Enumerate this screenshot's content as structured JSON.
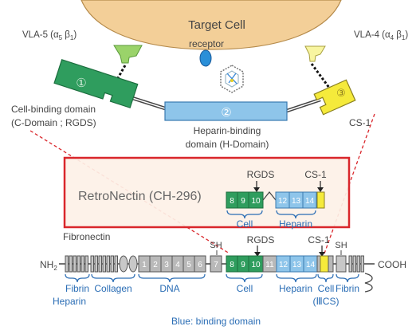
{
  "top": {
    "target_cell": "Target Cell",
    "receptor": "receptor",
    "vla5": "VLA-5 (α",
    "vla5_sub1": "5",
    "vla5_beta": " β",
    "vla5_sub2": "1",
    "vla5_close": ")",
    "vla4": "VLA-4 (α",
    "vla4_sub1": "4",
    "vla4_beta": " β",
    "vla4_sub2": "1",
    "vla4_close": ")",
    "domain1_num": "①",
    "domain2_num": "②",
    "domain3_num": "③",
    "cell_binding_1": "Cell-binding domain",
    "cell_binding_2": "(C-Domain ; RGDS)",
    "heparin_binding_1": "Heparin-binding",
    "heparin_binding_2": "domain (H-Domain)",
    "cs1": "CS-1"
  },
  "retronectin": {
    "title": "RetroNectin (CH-296)",
    "rgds": "RGDS",
    "cs1": "CS-1",
    "cell_modules": [
      "8",
      "9",
      "10"
    ],
    "heparin_modules": [
      "12",
      "13",
      "14"
    ],
    "cell_label": "Cell",
    "heparin_label": "Heparin"
  },
  "fibronectin": {
    "title": "Fibronectin",
    "nh2": "NH",
    "nh2_sub": "2",
    "cooh": "COOH",
    "sh_left": "SH",
    "sh_right": "SH",
    "rgds": "RGDS",
    "cs1": "CS-1",
    "gray_modules": [
      "1",
      "2",
      "3",
      "4",
      "5",
      "6",
      "7"
    ],
    "cell_modules": [
      "8",
      "9",
      "10"
    ],
    "module_11": "11",
    "heparin_modules": [
      "12",
      "13",
      "14"
    ],
    "labels": {
      "fibrin_heparin_1": "Fibrin",
      "fibrin_heparin_2": "Heparin",
      "collagen": "Collagen",
      "dna": "DNA",
      "cell": "Cell",
      "heparin": "Heparin",
      "cell_cs_1": "Cell",
      "cell_cs_2": "(ⅢCS)",
      "fibrin": "Fibrin"
    }
  },
  "footer": "Blue: binding domain",
  "colors": {
    "cell_body": "#f3cf98",
    "green": "#2f9d5e",
    "blue_module": "#8ec5ea",
    "yellow": "#f5ea3b",
    "gray_module": "#b9b9b9",
    "red": "#d9262b",
    "label_blue": "#2a6db5"
  }
}
